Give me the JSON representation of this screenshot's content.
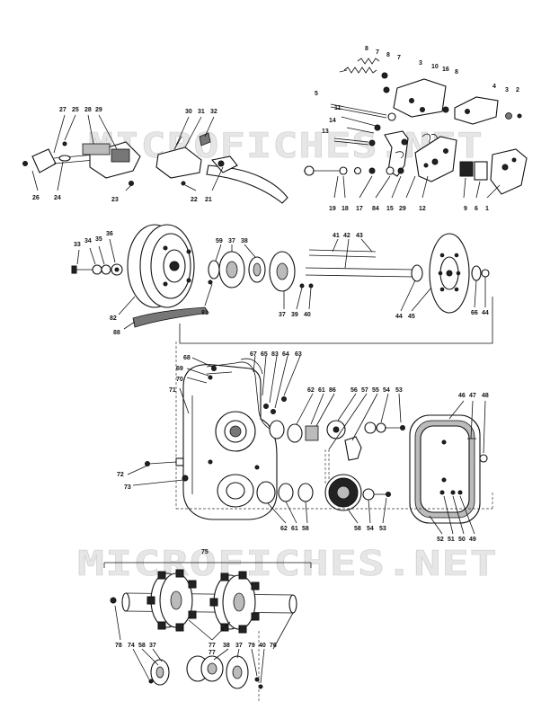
{
  "watermarks": {
    "top": "MICROFICHES.NET",
    "bottom": "MICROFICHES.NET"
  },
  "labels": {
    "g1": [
      "8",
      "7",
      "8",
      "7",
      "3",
      "10",
      "16",
      "8",
      "4",
      "3",
      "2",
      "5",
      "11",
      "14",
      "13",
      "19",
      "18",
      "17",
      "84",
      "15",
      "29",
      "12",
      "9",
      "6",
      "1"
    ],
    "g2": [
      "27",
      "25",
      "28",
      "29",
      "26",
      "24",
      "23",
      "30",
      "31",
      "32",
      "22",
      "21"
    ],
    "g3": [
      "33",
      "34",
      "35",
      "36",
      "59",
      "37",
      "38",
      "41",
      "42",
      "43",
      "82",
      "88",
      "81",
      "37",
      "39",
      "40",
      "44",
      "45",
      "66",
      "44"
    ],
    "g4": [
      "68",
      "69",
      "70",
      "71",
      "67",
      "65",
      "83",
      "64",
      "63",
      "62",
      "61",
      "86",
      "56",
      "57",
      "55",
      "54",
      "53",
      "46",
      "47",
      "48",
      "72",
      "73",
      "62",
      "61",
      "58",
      "58",
      "54",
      "53",
      "52",
      "51",
      "50",
      "49"
    ],
    "g5": [
      "75",
      "78",
      "77",
      "74",
      "58",
      "37",
      "77",
      "38",
      "37",
      "79",
      "40",
      "76"
    ]
  }
}
